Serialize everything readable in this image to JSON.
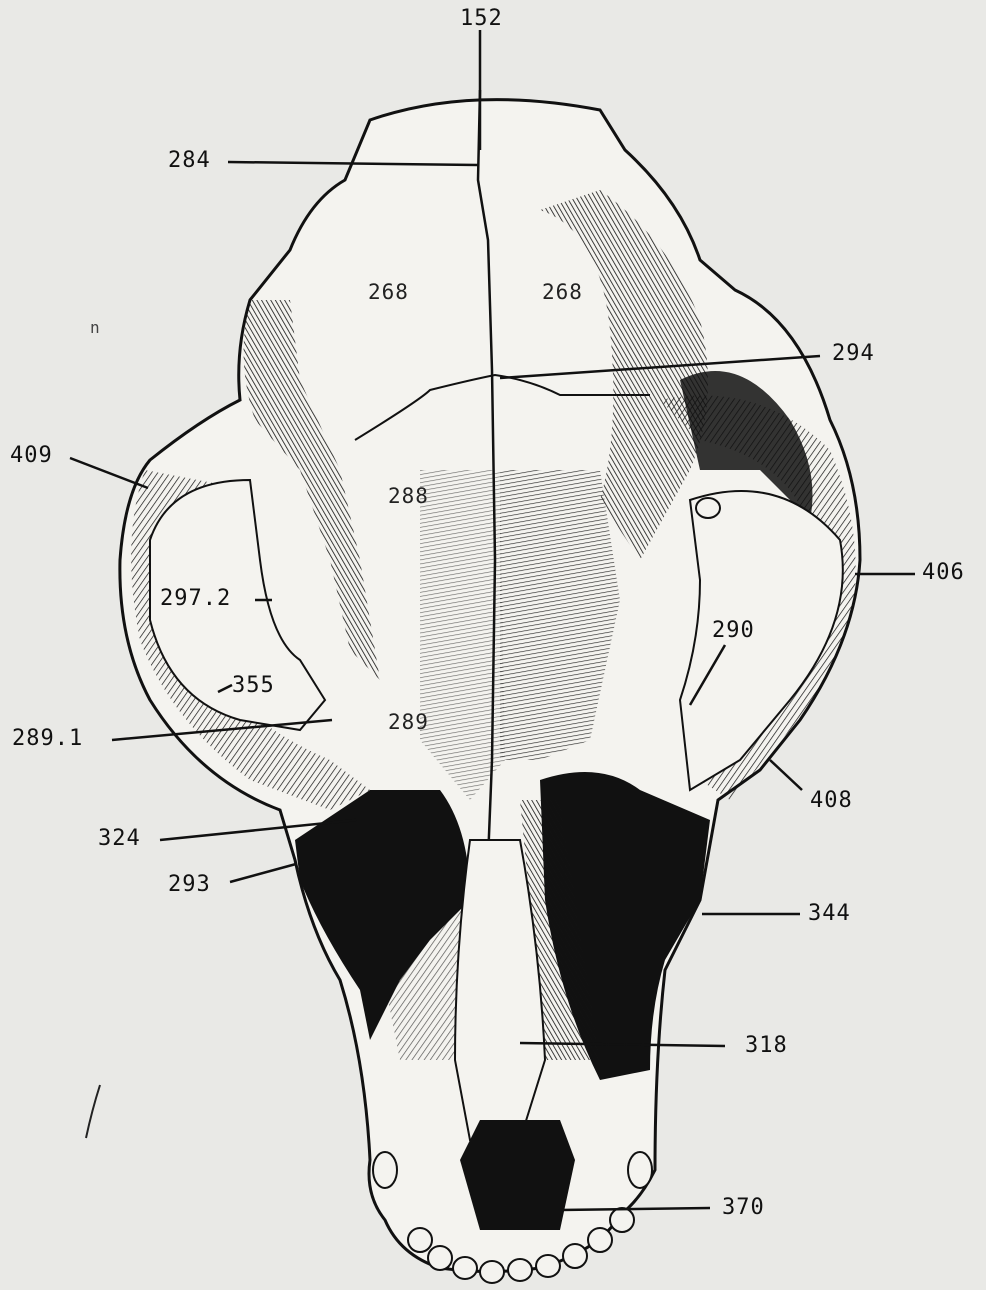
{
  "figure": {
    "labels": {
      "l152": "152",
      "l284": "284",
      "l268a": "268",
      "l268b": "268",
      "l294": "294",
      "l409": "409",
      "l288": "288",
      "l406": "406",
      "l297_2": "297.2",
      "l290": "290",
      "l355": "355",
      "l289_1": "289.1",
      "l289": "289",
      "l408": "408",
      "l324": "324",
      "l293": "293",
      "l344": "344",
      "l318": "318",
      "l370": "370",
      "stray": "n"
    },
    "colors": {
      "ink": "#111111",
      "bone": "#f4f3ef",
      "paper": "#e9e9e6"
    }
  }
}
